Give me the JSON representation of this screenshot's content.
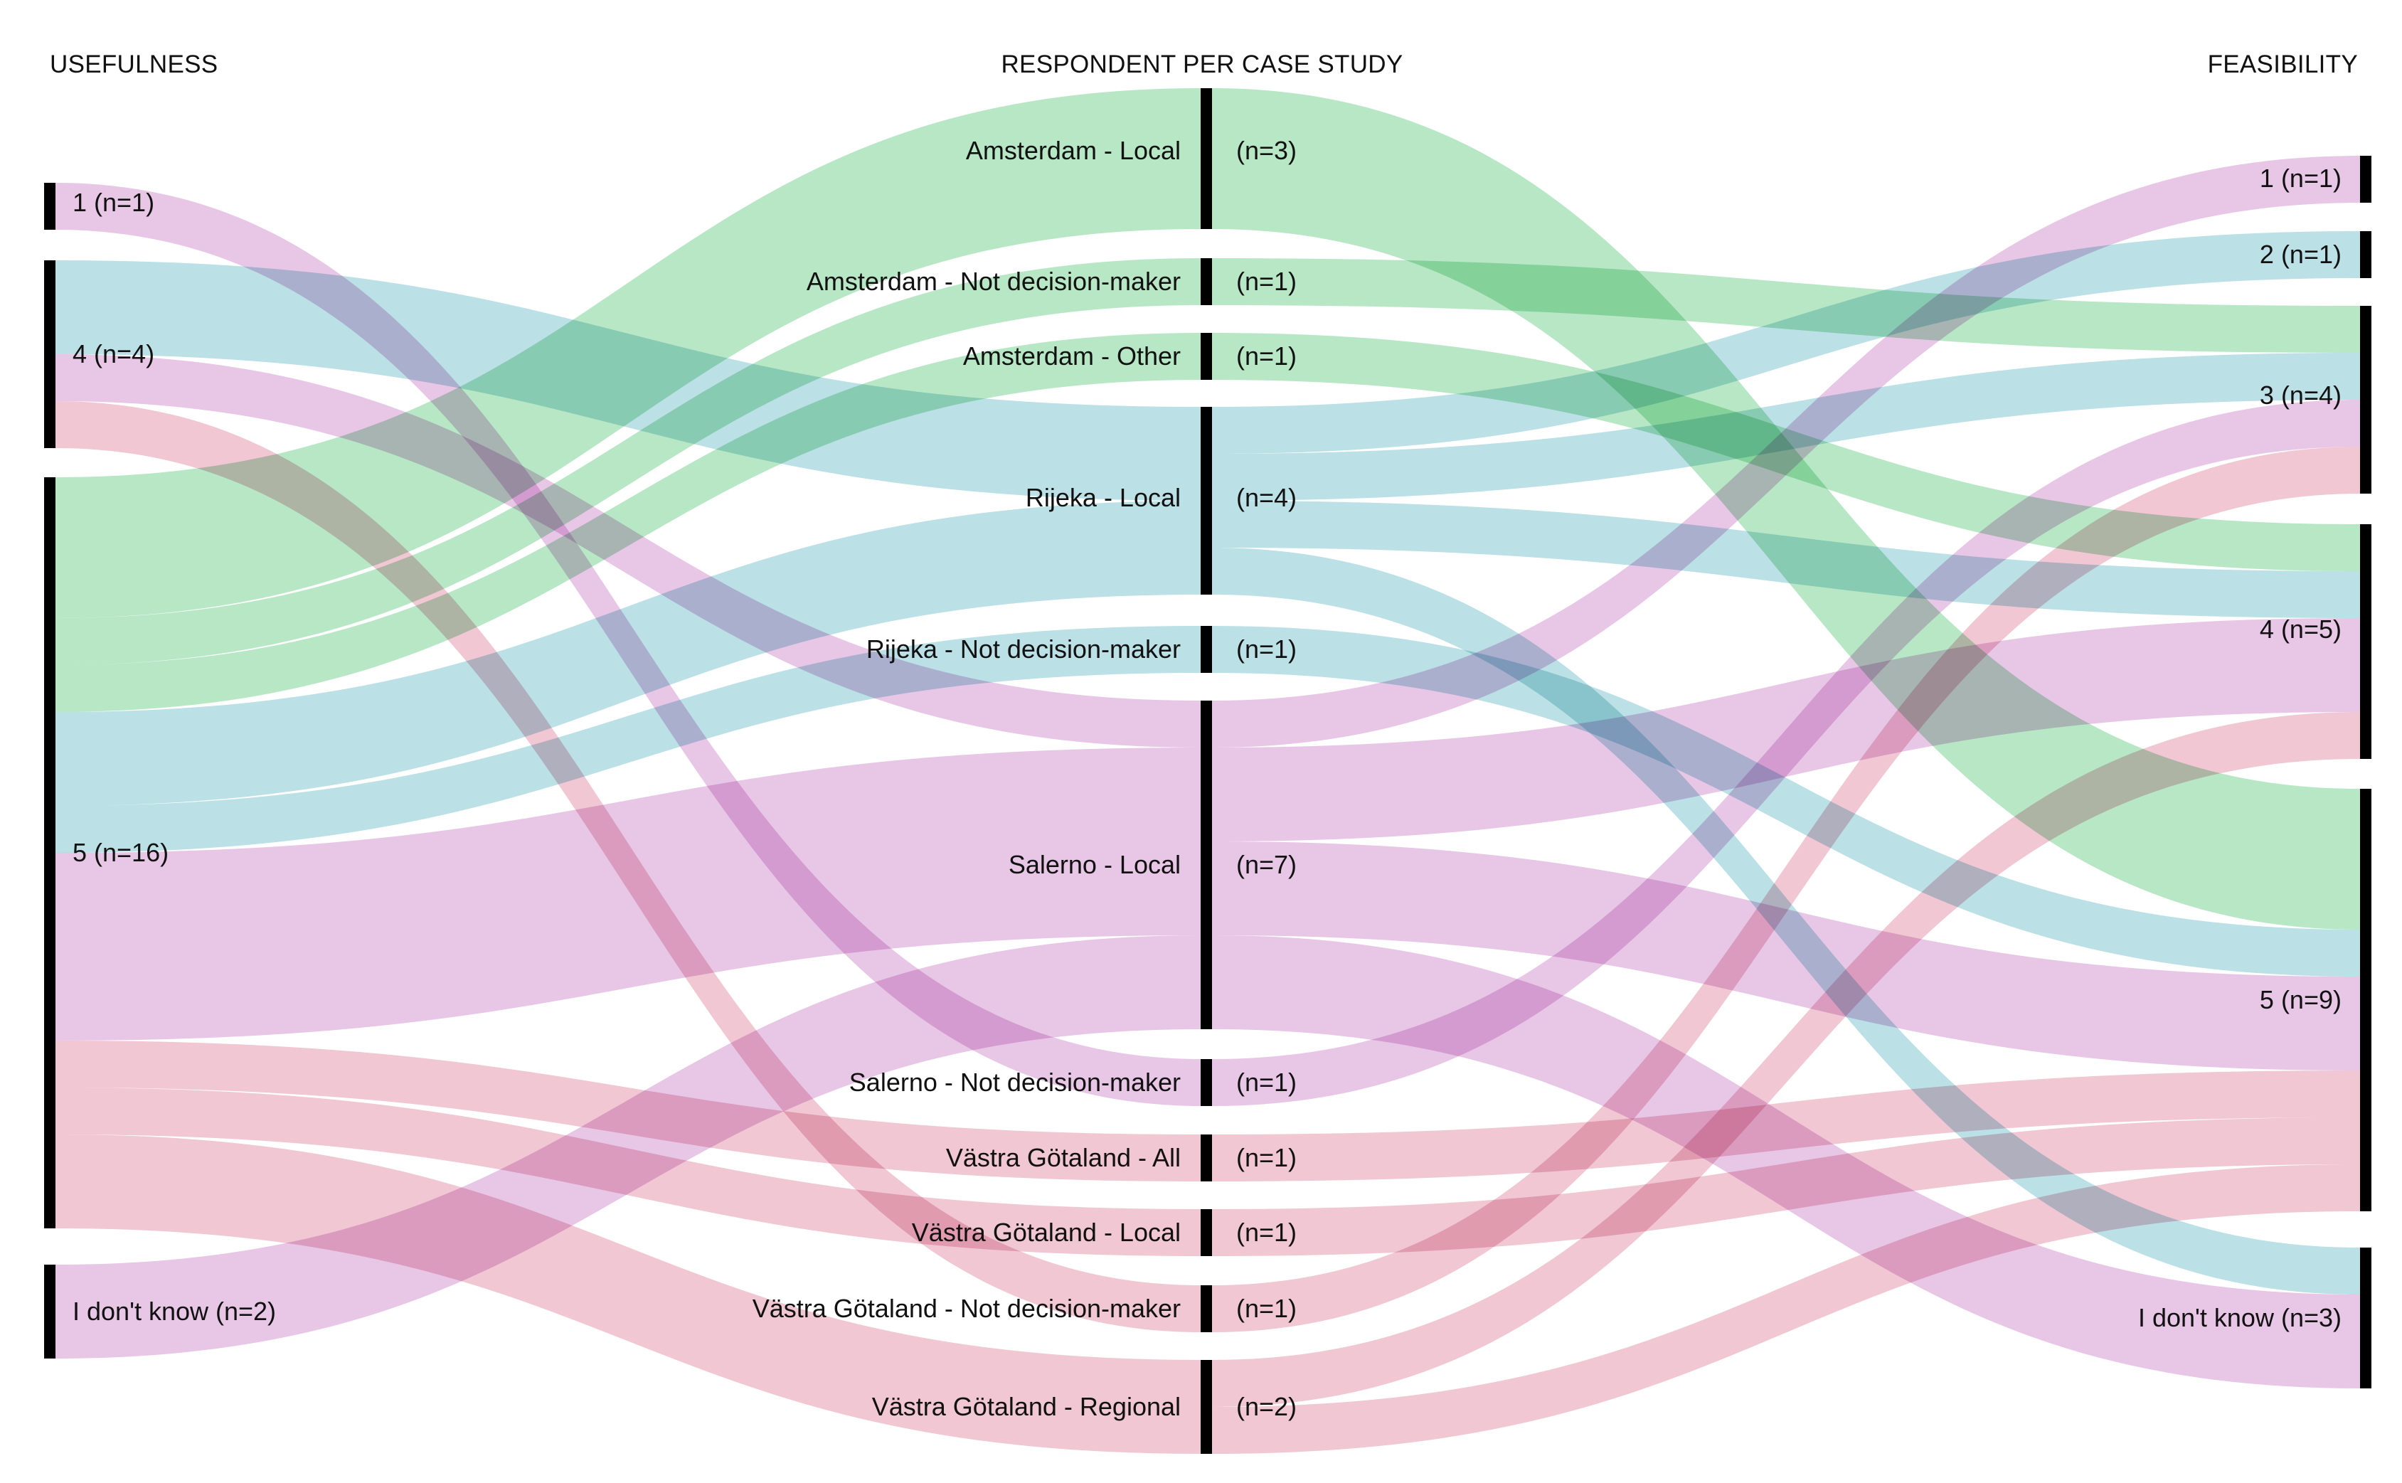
{
  "headers": {
    "left": "USEFULNESS",
    "middle": "RESPONDENT PER CASE STUDY",
    "right": "FEASIBILITY"
  },
  "colors": {
    "green": "#b2e5c1",
    "blue": "#b5dde3",
    "pink": "#e6c2e4",
    "red": "#efc2cf",
    "node": "#000000"
  },
  "usefulness": [
    {
      "id": "u1",
      "label": "1 (n=1)",
      "n": 1
    },
    {
      "id": "u4",
      "label": "4 (n=4)",
      "n": 4
    },
    {
      "id": "u5",
      "label": "5 (n=16)",
      "n": 16
    },
    {
      "id": "uid",
      "label": "I don't know (n=2)",
      "n": 2
    }
  ],
  "respondents": [
    {
      "id": "am_local",
      "label": "Amsterdam - Local",
      "count": "(n=3)",
      "n": 3
    },
    {
      "id": "am_ndm",
      "label": "Amsterdam - Not decision-maker",
      "count": "(n=1)",
      "n": 1
    },
    {
      "id": "am_other",
      "label": "Amsterdam - Other",
      "count": "(n=1)",
      "n": 1
    },
    {
      "id": "ri_local",
      "label": "Rijeka - Local",
      "count": "(n=4)",
      "n": 4
    },
    {
      "id": "ri_ndm",
      "label": "Rijeka - Not decision-maker",
      "count": "(n=1)",
      "n": 1
    },
    {
      "id": "sa_local",
      "label": "Salerno - Local",
      "count": "(n=7)",
      "n": 7
    },
    {
      "id": "sa_ndm",
      "label": "Salerno - Not decision-maker",
      "count": "(n=1)",
      "n": 1
    },
    {
      "id": "vg_all",
      "label": "Västra Götaland - All",
      "count": "(n=1)",
      "n": 1
    },
    {
      "id": "vg_local",
      "label": "Västra Götaland - Local",
      "count": "(n=1)",
      "n": 1
    },
    {
      "id": "vg_ndm",
      "label": "Västra Götaland - Not decision-maker",
      "count": "(n=1)",
      "n": 1
    },
    {
      "id": "vg_reg",
      "label": "Västra Götaland - Regional",
      "count": "(n=2)",
      "n": 2
    }
  ],
  "feasibility": [
    {
      "id": "f1",
      "label": "1 (n=1)",
      "n": 1
    },
    {
      "id": "f2",
      "label": "2 (n=1)",
      "n": 1
    },
    {
      "id": "f3",
      "label": "3 (n=4)",
      "n": 4
    },
    {
      "id": "f4",
      "label": "4 (n=5)",
      "n": 5
    },
    {
      "id": "f5",
      "label": "5 (n=9)",
      "n": 9
    },
    {
      "id": "fid",
      "label": "I don't know (n=3)",
      "n": 3
    }
  ],
  "flows_usefulness_to_respondent": [
    {
      "from": "u1",
      "to": "sa_ndm",
      "value": 1,
      "color": "pink"
    },
    {
      "from": "u4",
      "to": "ri_local",
      "value": 2,
      "color": "blue"
    },
    {
      "from": "u4",
      "to": "sa_local",
      "value": 1,
      "color": "pink"
    },
    {
      "from": "u4",
      "to": "vg_ndm",
      "value": 1,
      "color": "red"
    },
    {
      "from": "u5",
      "to": "am_local",
      "value": 3,
      "color": "green"
    },
    {
      "from": "u5",
      "to": "am_ndm",
      "value": 1,
      "color": "green"
    },
    {
      "from": "u5",
      "to": "am_other",
      "value": 1,
      "color": "green"
    },
    {
      "from": "u5",
      "to": "ri_local",
      "value": 2,
      "color": "blue"
    },
    {
      "from": "u5",
      "to": "ri_ndm",
      "value": 1,
      "color": "blue"
    },
    {
      "from": "u5",
      "to": "sa_local",
      "value": 4,
      "color": "pink"
    },
    {
      "from": "u5",
      "to": "vg_all",
      "value": 1,
      "color": "red"
    },
    {
      "from": "u5",
      "to": "vg_local",
      "value": 1,
      "color": "red"
    },
    {
      "from": "u5",
      "to": "vg_reg",
      "value": 2,
      "color": "red"
    },
    {
      "from": "uid",
      "to": "sa_local",
      "value": 2,
      "color": "pink"
    }
  ],
  "flows_respondent_to_feasibility": [
    {
      "from": "am_local",
      "to": "f5",
      "value": 3,
      "color": "green"
    },
    {
      "from": "am_ndm",
      "to": "f3",
      "value": 1,
      "color": "green"
    },
    {
      "from": "am_other",
      "to": "f4",
      "value": 1,
      "color": "green"
    },
    {
      "from": "ri_local",
      "to": "f2",
      "value": 1,
      "color": "blue"
    },
    {
      "from": "ri_local",
      "to": "f3",
      "value": 1,
      "color": "blue"
    },
    {
      "from": "ri_local",
      "to": "f4",
      "value": 1,
      "color": "blue"
    },
    {
      "from": "ri_local",
      "to": "fid",
      "value": 1,
      "color": "blue"
    },
    {
      "from": "ri_ndm",
      "to": "f5",
      "value": 1,
      "color": "blue"
    },
    {
      "from": "sa_local",
      "to": "f1",
      "value": 1,
      "color": "pink"
    },
    {
      "from": "sa_local",
      "to": "f4",
      "value": 2,
      "color": "pink"
    },
    {
      "from": "sa_local",
      "to": "f5",
      "value": 2,
      "color": "pink"
    },
    {
      "from": "sa_local",
      "to": "fid",
      "value": 2,
      "color": "pink"
    },
    {
      "from": "sa_ndm",
      "to": "f3",
      "value": 1,
      "color": "pink"
    },
    {
      "from": "vg_all",
      "to": "f5",
      "value": 1,
      "color": "red"
    },
    {
      "from": "vg_local",
      "to": "f5",
      "value": 1,
      "color": "red"
    },
    {
      "from": "vg_ndm",
      "to": "f3",
      "value": 1,
      "color": "red"
    },
    {
      "from": "vg_reg",
      "to": "f4",
      "value": 1,
      "color": "red"
    },
    {
      "from": "vg_reg",
      "to": "f5",
      "value": 1,
      "color": "red"
    }
  ]
}
